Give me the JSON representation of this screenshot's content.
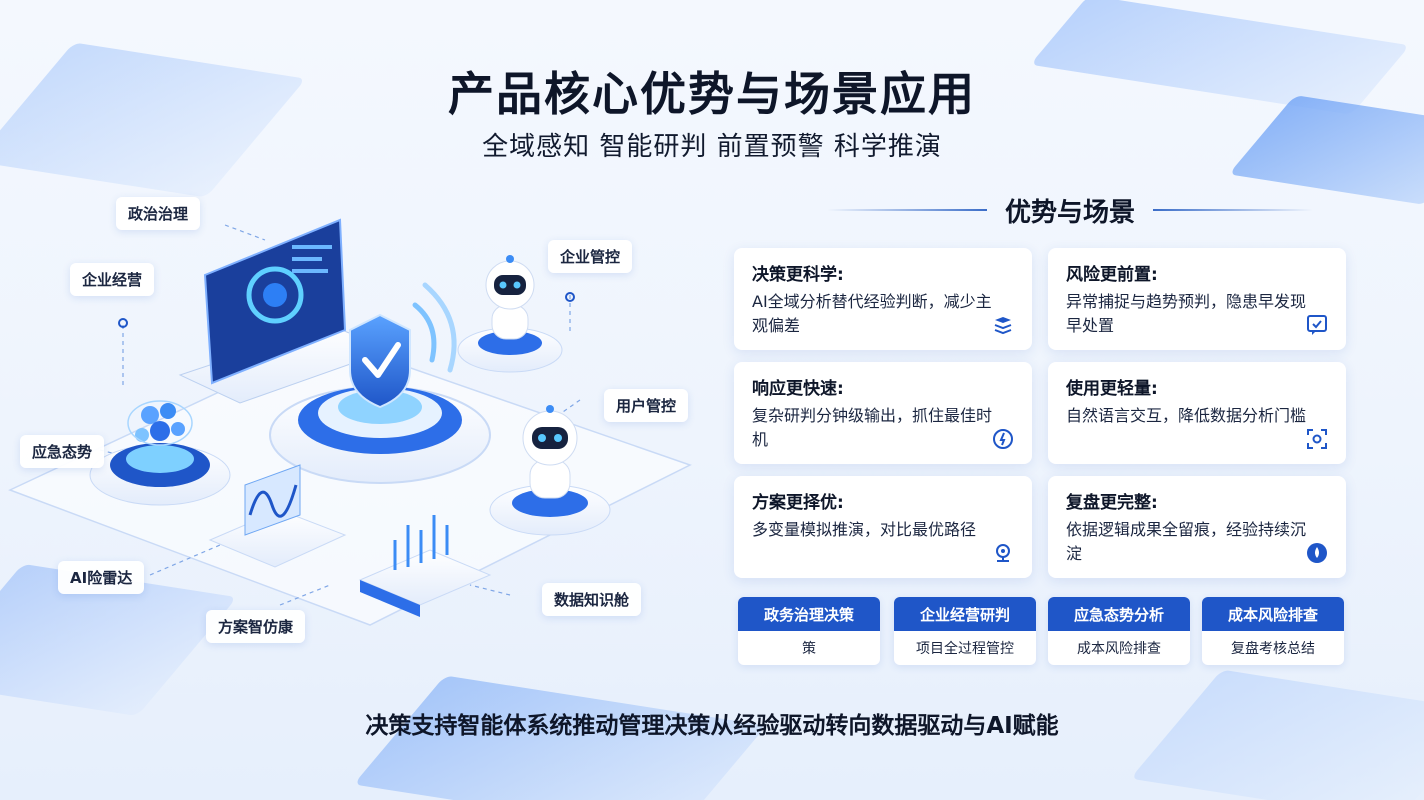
{
  "header": {
    "title": "产品核心优势与场景应用",
    "subtitle": "全域感知 智能研判 前置预警 科学推演"
  },
  "illustration": {
    "labels": [
      "政治治理",
      "企业经营",
      "企业管控",
      "用户管控",
      "应急态势",
      "AI险雷达",
      "方案智仿康",
      "数据知识舱"
    ]
  },
  "panel": {
    "title": "优势与场景",
    "cards": [
      {
        "title": "决策更科学:",
        "desc": "AI全域分析替代经验判断，减少主观偏差",
        "icon": "layers-icon"
      },
      {
        "title": "风险更前置:",
        "desc": "异常捕捉与趋势预判，隐患早发现早处置",
        "icon": "chat-check-icon"
      },
      {
        "title": "响应更快速:",
        "desc": "复杂研判分钟级输出，抓住最佳时机",
        "icon": "fast-response-icon"
      },
      {
        "title": "使用更轻量:",
        "desc": "自然语言交互，降低数据分析门槛",
        "icon": "scan-icon"
      },
      {
        "title": "方案更择优:",
        "desc": "多变量模拟推演，对比最优路径",
        "icon": "target-icon"
      },
      {
        "title": "复盘更完整:",
        "desc": "依据逻辑成果全留痕，经验持续沉淀",
        "icon": "drop-circle-icon"
      }
    ],
    "scenes": [
      {
        "head": "政务治理决策",
        "body": "策"
      },
      {
        "head": "企业经营研判",
        "body": "项目全过程管控"
      },
      {
        "head": "应急态势分析",
        "body": "成本风险排查"
      },
      {
        "head": "成本风险排查",
        "body": "复盘考核总结"
      }
    ]
  },
  "footer": {
    "caption": "决策支持智能体系统推动管理决策从经验驱动转向数据驱动与AI赋能"
  },
  "colors": {
    "accent": "#1f56c8",
    "accent_light": "#3b8cf5",
    "text": "#0e1629"
  }
}
